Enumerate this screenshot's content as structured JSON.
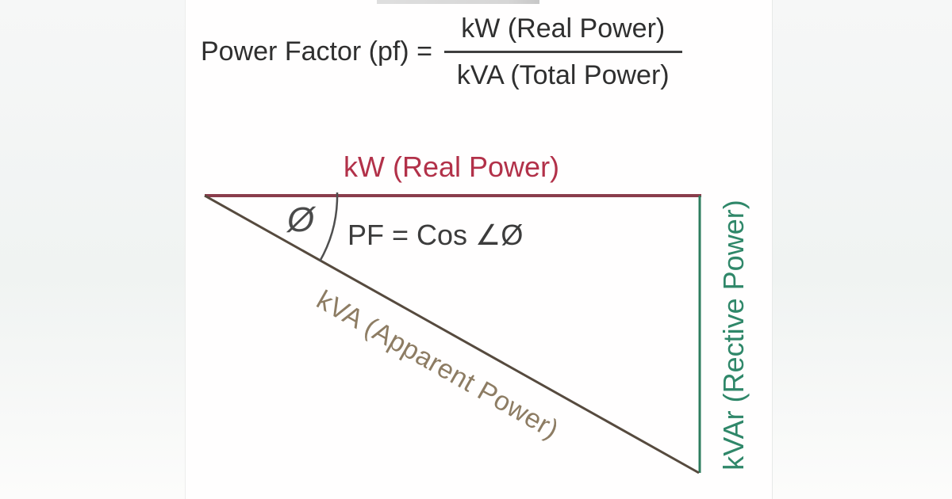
{
  "colors": {
    "top_line": "#8a3d4c",
    "top_label": "#b23149",
    "right_line": "#2e7d5e",
    "right_label": "#2f8769",
    "hyp_line": "#564a3e",
    "hyp_label": "#8d7c63",
    "arc": "#4f4f4f",
    "phi": "#4a4a4a",
    "formula_text": "#2f2f2f",
    "eq_text": "#3c3c3c"
  },
  "formula": {
    "label": "Power Factor (pf) =",
    "numerator": "kW (Real Power)",
    "denominator": "kVA (Total Power)"
  },
  "triangle": {
    "real_power_label": "kW (Real Power)",
    "angle_symbol": "Ø",
    "pf_equation": "PF = Cos ∠Ø",
    "apparent_power_label": "kVA (Apparent Power)",
    "reactive_power_label": "kVAr (Rective Power)"
  }
}
